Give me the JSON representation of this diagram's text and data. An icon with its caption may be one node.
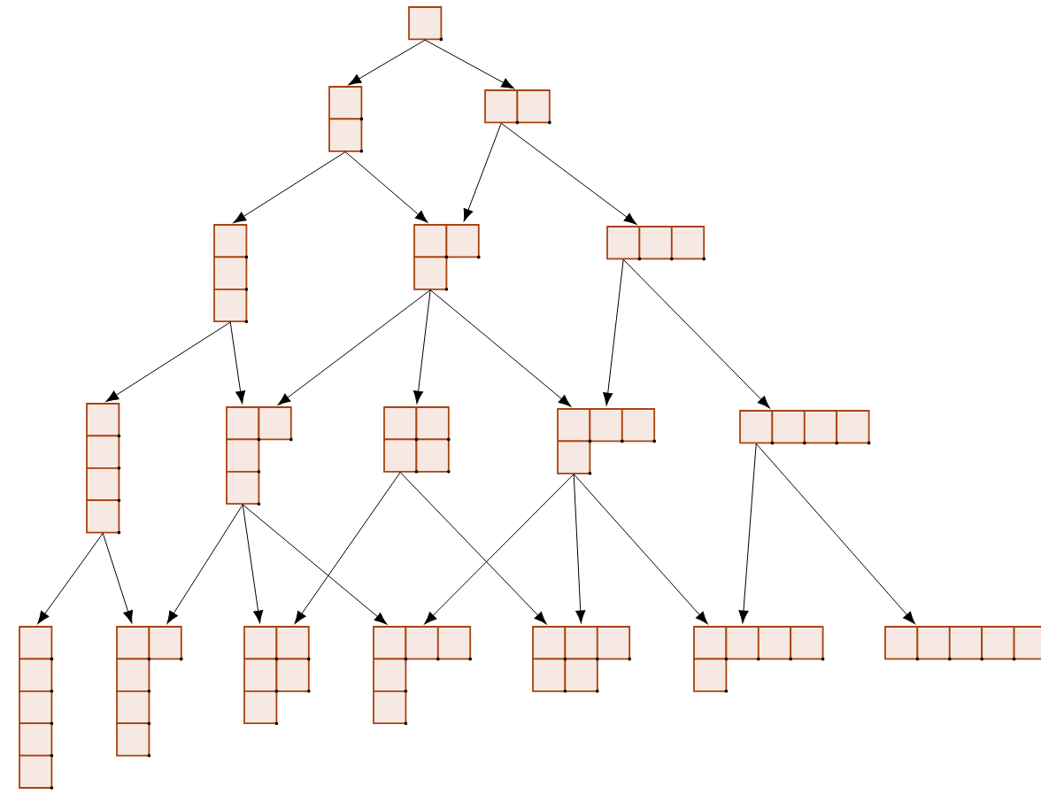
{
  "diagram": {
    "nodes": [
      {
        "text": [],
        "shape": "grid"
      },
      {
        "text": [],
        "shape": "grid"
      },
      {
        "text": [],
        "shape": "grid"
      },
      {
        "text": [],
        "shape": "grid"
      },
      {
        "text": [],
        "shape": "grid"
      },
      {
        "text": [],
        "shape": "grid"
      },
      {
        "text": [],
        "shape": "grid"
      },
      {
        "text": [],
        "shape": "grid"
      },
      {
        "text": [],
        "shape": "grid"
      },
      {
        "text": [],
        "shape": "grid"
      },
      {
        "text": [],
        "shape": "grid"
      },
      {
        "text": [],
        "shape": "grid"
      },
      {
        "text": [],
        "shape": "grid"
      },
      {
        "text": [],
        "shape": "grid"
      },
      {
        "text": [],
        "shape": "grid"
      },
      {
        "text": [],
        "shape": "grid"
      },
      {
        "text": [],
        "shape": "grid"
      },
      {
        "text": [],
        "shape": "grid"
      }
    ],
    "edges": [
      {
        "from": 0,
        "to": 1,
        "arrow": "to"
      },
      {
        "from": 0,
        "to": 2,
        "arrow": "to"
      },
      {
        "from": 1,
        "to": 3,
        "arrow": "to"
      },
      {
        "from": 1,
        "to": 4,
        "arrow": "to"
      },
      {
        "from": 2,
        "to": 4,
        "arrow": "to"
      },
      {
        "from": 2,
        "to": 5,
        "arrow": "to"
      },
      {
        "from": 3,
        "to": 6,
        "arrow": "to"
      },
      {
        "from": 3,
        "to": 7,
        "arrow": "to"
      },
      {
        "from": 4,
        "to": 7,
        "arrow": "to"
      },
      {
        "from": 4,
        "to": 8,
        "arrow": "to"
      },
      {
        "from": 4,
        "to": 9,
        "arrow": "to"
      },
      {
        "from": 5,
        "to": 9,
        "arrow": "to"
      },
      {
        "from": 5,
        "to": 10,
        "arrow": "to"
      },
      {
        "from": 6,
        "to": 11,
        "arrow": "to"
      },
      {
        "from": 6,
        "to": 12,
        "arrow": "to"
      },
      {
        "from": 7,
        "to": 12,
        "arrow": "to"
      },
      {
        "from": 7,
        "to": 13,
        "arrow": "to"
      },
      {
        "from": 7,
        "to": 14,
        "arrow": "to"
      },
      {
        "from": 8,
        "to": 13,
        "arrow": "to"
      },
      {
        "from": 8,
        "to": 15,
        "arrow": "to"
      },
      {
        "from": 9,
        "to": 14,
        "arrow": "to"
      },
      {
        "from": 9,
        "to": 15,
        "arrow": "to"
      },
      {
        "from": 9,
        "to": 16,
        "arrow": "to"
      },
      {
        "from": 10,
        "to": 16,
        "arrow": "to"
      },
      {
        "from": 10,
        "to": 17,
        "arrow": "to"
      }
    ]
  }
}
